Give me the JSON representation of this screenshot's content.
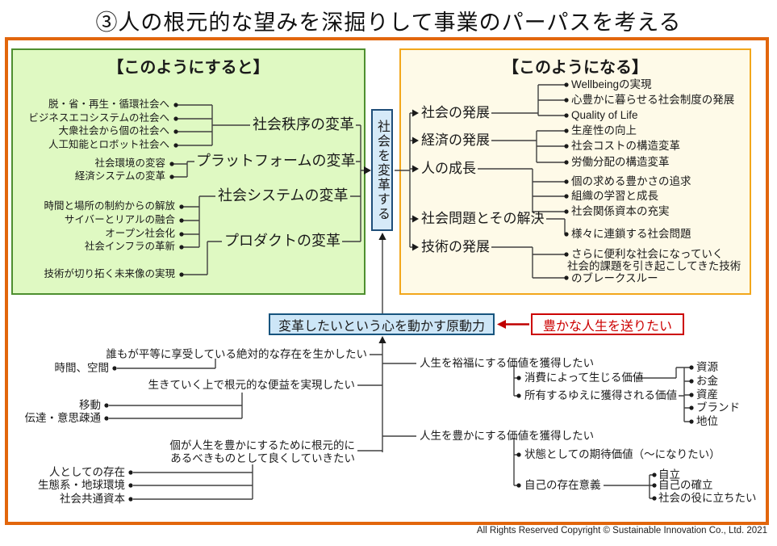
{
  "title": "③人の根元的な望みを深掘りして事業のパーパスを考える",
  "colors": {
    "frame_orange": "#E2660C",
    "cause_fill": "#DFF9C2",
    "cause_border": "#4E8F2F",
    "effect_fill": "#FEFAE8",
    "effect_border": "#F2A71B",
    "accent_blue_fill": "#D6EAF8",
    "accent_blue_border": "#1F4E79",
    "red": "#CC0000",
    "line": "#404040"
  },
  "cause_box": {
    "header": "【このようにすると】",
    "nodes": [
      "社会秩序の変革",
      "プラットフォームの変革",
      "社会システムの変革",
      "プロダクトの変革"
    ],
    "leaves": [
      "脱・省・再生・循環社会へ",
      "ビジネスエコシステムの社会へ",
      "大衆社会から個の社会へ",
      "人工知能とロボット社会へ",
      "社会環境の変容",
      "経済システムの変革",
      "時間と場所の制約からの解放",
      "サイバーとリアルの融合",
      "オープン社会化",
      "社会インフラの革新",
      "技術が切り拓く未来像の実現"
    ]
  },
  "effect_box": {
    "header": "【このようになる】",
    "nodes": [
      "社会の発展",
      "経済の発展",
      "人の成長",
      "社会問題とその解決",
      "技術の発展"
    ],
    "leaves": [
      "Wellbeingの実現",
      "心豊かに暮らせる社会制度の発展",
      "Quality of Life",
      "生産性の向上",
      "社会コストの構造変革",
      "労働分配の構造変革",
      "個の求める豊かさの追求",
      "組織の学習と成長",
      "社会関係資本の充実",
      "様々に連鎖する社会問題",
      "さらに便利な社会になっていく",
      "社会的課題を引き起こしてきた技術",
      "のブレークスルー"
    ]
  },
  "center": {
    "transform_label": "社会を変革する",
    "driver_label": "変革したいという心を動かす原動力",
    "desire_label": "豊かな人生を送りたい"
  },
  "wants": {
    "left_nodes": [
      "誰もが平等に享受している絶対的な存在を生かしたい",
      "生きていく上で根元的な便益を実現したい",
      "個が人生を豊かにするために根元的に",
      "あるべきものとして良くしていきたい"
    ],
    "left_leaves": [
      "時間、空間",
      "移動",
      "伝達・意思疎通",
      "人としての存在",
      "生態系・地球環境",
      "社会共通資本"
    ],
    "right_nodes": [
      "人生を裕福にする価値を獲得したい",
      "人生を豊かにする価値を獲得したい"
    ],
    "right_children": [
      "消費によって生じる価値",
      "所有するゆえに獲得される価値",
      "状態としての期待価値（～になりたい）",
      "自己の存在意義"
    ],
    "right_leaves": [
      "資源",
      "お金",
      "資産",
      "ブランド",
      "地位",
      "自立",
      "自己の確立",
      "社会の役に立ちたい"
    ]
  },
  "footer": "All Rights Reserved Copyright ©  Sustainable Innovation Co., Ltd.  2021"
}
